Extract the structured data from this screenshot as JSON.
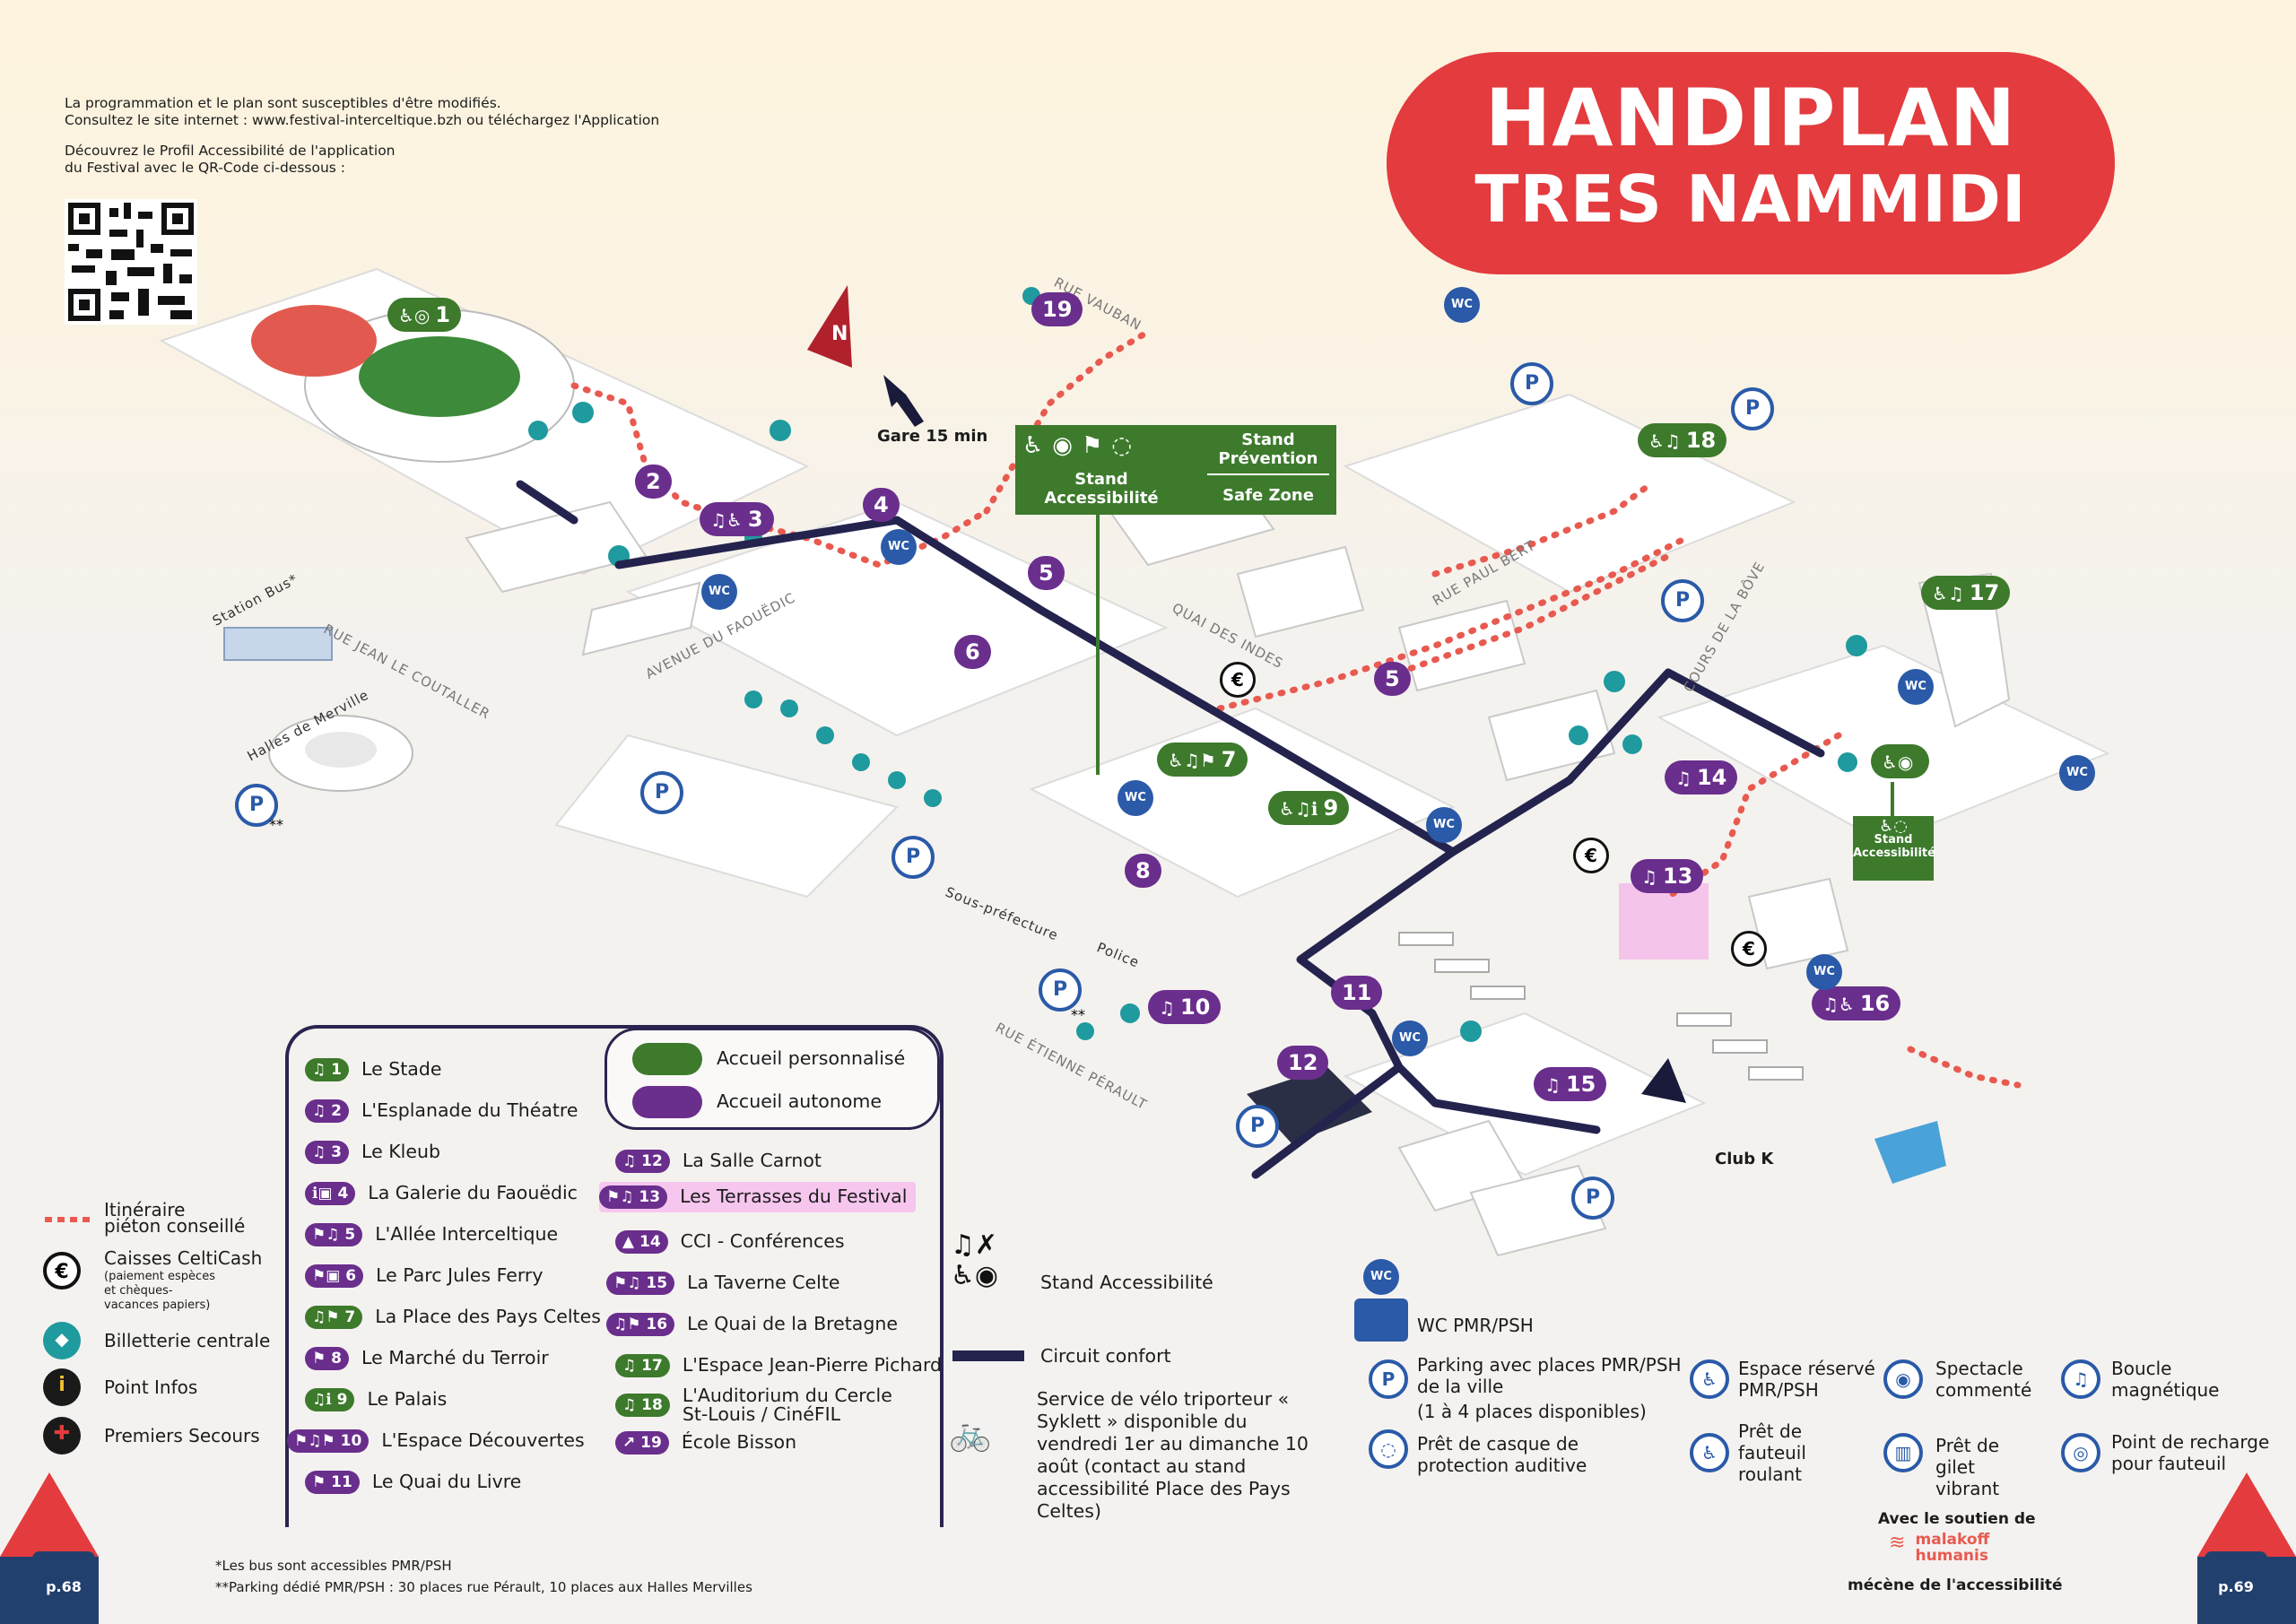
{
  "intro": {
    "line1": "La programmation et le plan sont susceptibles d'être modifiés.",
    "line2": "Consultez le site internet : www.festival-interceltique.bzh ou téléchargez l'Application",
    "line3": "Découvrez le Profil Accessibilité de l'application",
    "line4": "du Festival avec le QR-Code ci-dessous :"
  },
  "title": {
    "line1": "HANDIPLAN",
    "line2": "TRES NAMMIDI"
  },
  "colors": {
    "purple": "#6a2e8d",
    "green": "#3d7a2c",
    "red": "#e33b3e",
    "navy": "#2b2450",
    "blue": "#2a5aa8",
    "route": "#e85a50"
  },
  "map": {
    "gare": "Gare 15 min",
    "north": "N",
    "stand_accessibilite": "Stand Accessibilité",
    "stand_prevention": "Stand Prévention",
    "safe_zone": "Safe Zone",
    "stand_small": "Stand Accessibilité",
    "club_k": "Club K",
    "sous_prefecture": "Sous-préfecture",
    "police": "Police",
    "station_bus": "Station Bus*",
    "halles": "Halles de Merville",
    "p_double": "**",
    "streets": {
      "vauban": "RUE VAUBAN",
      "paul_bert": "RUE PAUL BERT",
      "jean_le_coutaller": "RUE JEAN LE COUTALLER",
      "faouedic": "AVENUE DU FAOUËDIC",
      "quai_indes": "QUAI DES INDES",
      "etienne_perault": "RUE ÉTIENNE PÉRAULT",
      "cours_bove": "COURS DE LA BÔVE"
    },
    "badges": {
      "b1": "1",
      "b2": "2",
      "b3": "3",
      "b4": "4",
      "b5a": "5",
      "b5b": "5",
      "b6": "6",
      "b7": "7",
      "b8": "8",
      "b9": "9",
      "b10": "10",
      "b11": "11",
      "b12": "12",
      "b13": "13",
      "b14": "14",
      "b15": "15",
      "b16": "16",
      "b17": "17",
      "b18": "18",
      "b19": "19"
    },
    "p_label": "P",
    "wc_label": "WC",
    "euro": "€"
  },
  "legend_top": {
    "perso": "Accueil personnalisé",
    "auto": "Accueil autonome"
  },
  "legend": {
    "col1": [
      {
        "num": "1",
        "label": "Le Stade"
      },
      {
        "num": "2",
        "label": "L'Esplanade du Théatre"
      },
      {
        "num": "3",
        "label": "Le Kleub"
      },
      {
        "num": "4",
        "label": "La Galerie du Faouëdic"
      },
      {
        "num": "5",
        "label": "L'Allée Interceltique"
      },
      {
        "num": "6",
        "label": "Le Parc Jules Ferry"
      },
      {
        "num": "7",
        "label": "La Place des Pays Celtes"
      },
      {
        "num": "8",
        "label": "Le Marché du Terroir"
      },
      {
        "num": "9",
        "label": "Le Palais"
      },
      {
        "num": "10",
        "label": "L'Espace Découvertes"
      },
      {
        "num": "11",
        "label": "Le Quai du Livre"
      }
    ],
    "col2": [
      {
        "num": "12",
        "label": "La Salle Carnot"
      },
      {
        "num": "13",
        "label": "Les Terrasses du Festival"
      },
      {
        "num": "14",
        "label": "CCI - Conférences"
      },
      {
        "num": "15",
        "label": "La Taverne Celte"
      },
      {
        "num": "16",
        "label": "Le Quai de la Bretagne"
      },
      {
        "num": "17",
        "label": "L'Espace Jean-Pierre Pichard"
      },
      {
        "num": "18",
        "label": "L'Auditorium du Cercle St-Louis / CinéFIL"
      },
      {
        "num": "19",
        "label": "École Bisson"
      }
    ]
  },
  "side_legend": {
    "itineraire": "Itinéraire piéton conseillé",
    "caisses": "Caisses CeltiCash",
    "caisses_sub": "(paiement espèces et chèques-vacances papiers)",
    "billetterie": "Billetterie centrale",
    "infos": "Point Infos",
    "secours": "Premiers Secours"
  },
  "mid_legend": {
    "stand": "Stand Accessibilité",
    "circuit": "Circuit confort",
    "velo": "Service de vélo triporteur « Syklett » disponible du vendredi 1er au dimanche 10 août (contact au stand accessibilité Place des Pays Celtes)"
  },
  "services": {
    "wc": "WC PMR/PSH",
    "parking": "Parking avec places PMR/PSH de la ville",
    "parking_sub": "(1 à 4 places disponibles)",
    "casque": "Prêt de casque de protection auditive",
    "espace": "Espace réservé PMR/PSH",
    "fauteuil": "Prêt de fauteuil roulant",
    "spectacle": "Spectacle commenté",
    "gilet": "Prêt de gilet vibrant",
    "boucle": "Boucle magnétique",
    "recharge": "Point de recharge pour fauteuil"
  },
  "sponsor": {
    "avec": "Avec le soutien de",
    "brand1": "malakoff",
    "brand2": "humanis",
    "mecene": "mécène de l'accessibilité"
  },
  "notes": {
    "n1": "*Les bus sont accessibles PMR/PSH",
    "n2": "**Parking dédié PMR/PSH : 30 places rue Pérault, 10 places aux Halles Mervilles"
  },
  "pages": {
    "left": "p.68",
    "right": "p.69"
  }
}
